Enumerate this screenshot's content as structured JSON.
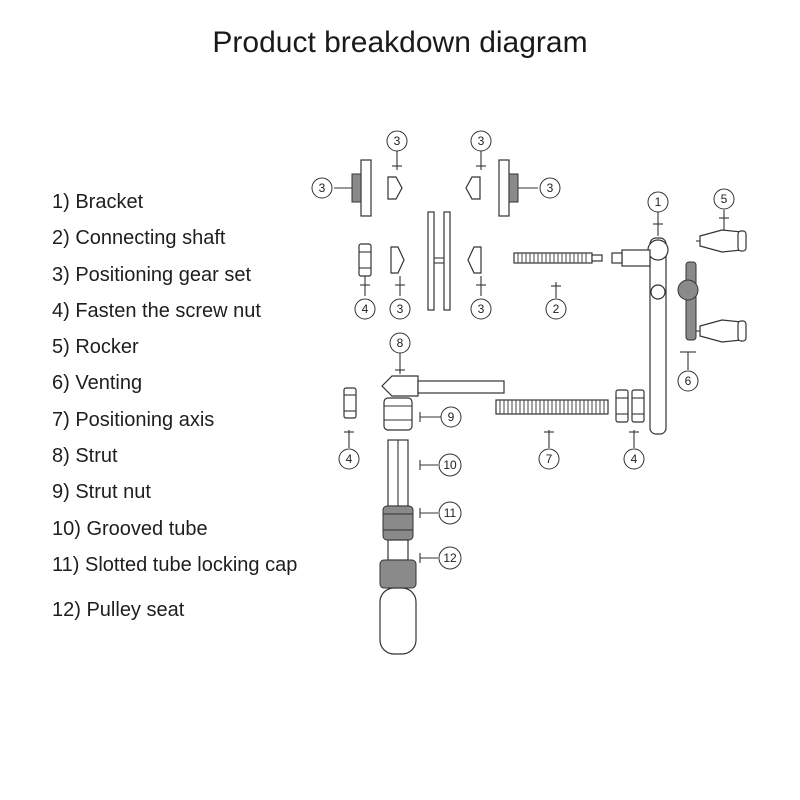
{
  "title": "Product breakdown diagram",
  "legend": [
    "1) Bracket",
    "2) Connecting shaft",
    "3) Positioning gear set",
    "4) Fasten the screw nut",
    "5) Rocker",
    "6) Venting",
    "7) Positioning axis",
    "8) Strut",
    "9) Strut nut",
    "10) Grooved tube",
    "11) Slotted tube locking cap",
    "12) Pulley seat"
  ],
  "callouts": {
    "c1": "1",
    "c2": "2",
    "c3a": "3",
    "c3b": "3",
    "c3c": "3",
    "c3d": "3",
    "c3e": "3",
    "c3f": "3",
    "c4a": "4",
    "c4b": "4",
    "c4c": "4",
    "c5": "5",
    "c6": "6",
    "c7": "7",
    "c8": "8",
    "c9": "9",
    "c10": "10",
    "c11": "11",
    "c12": "12"
  }
}
